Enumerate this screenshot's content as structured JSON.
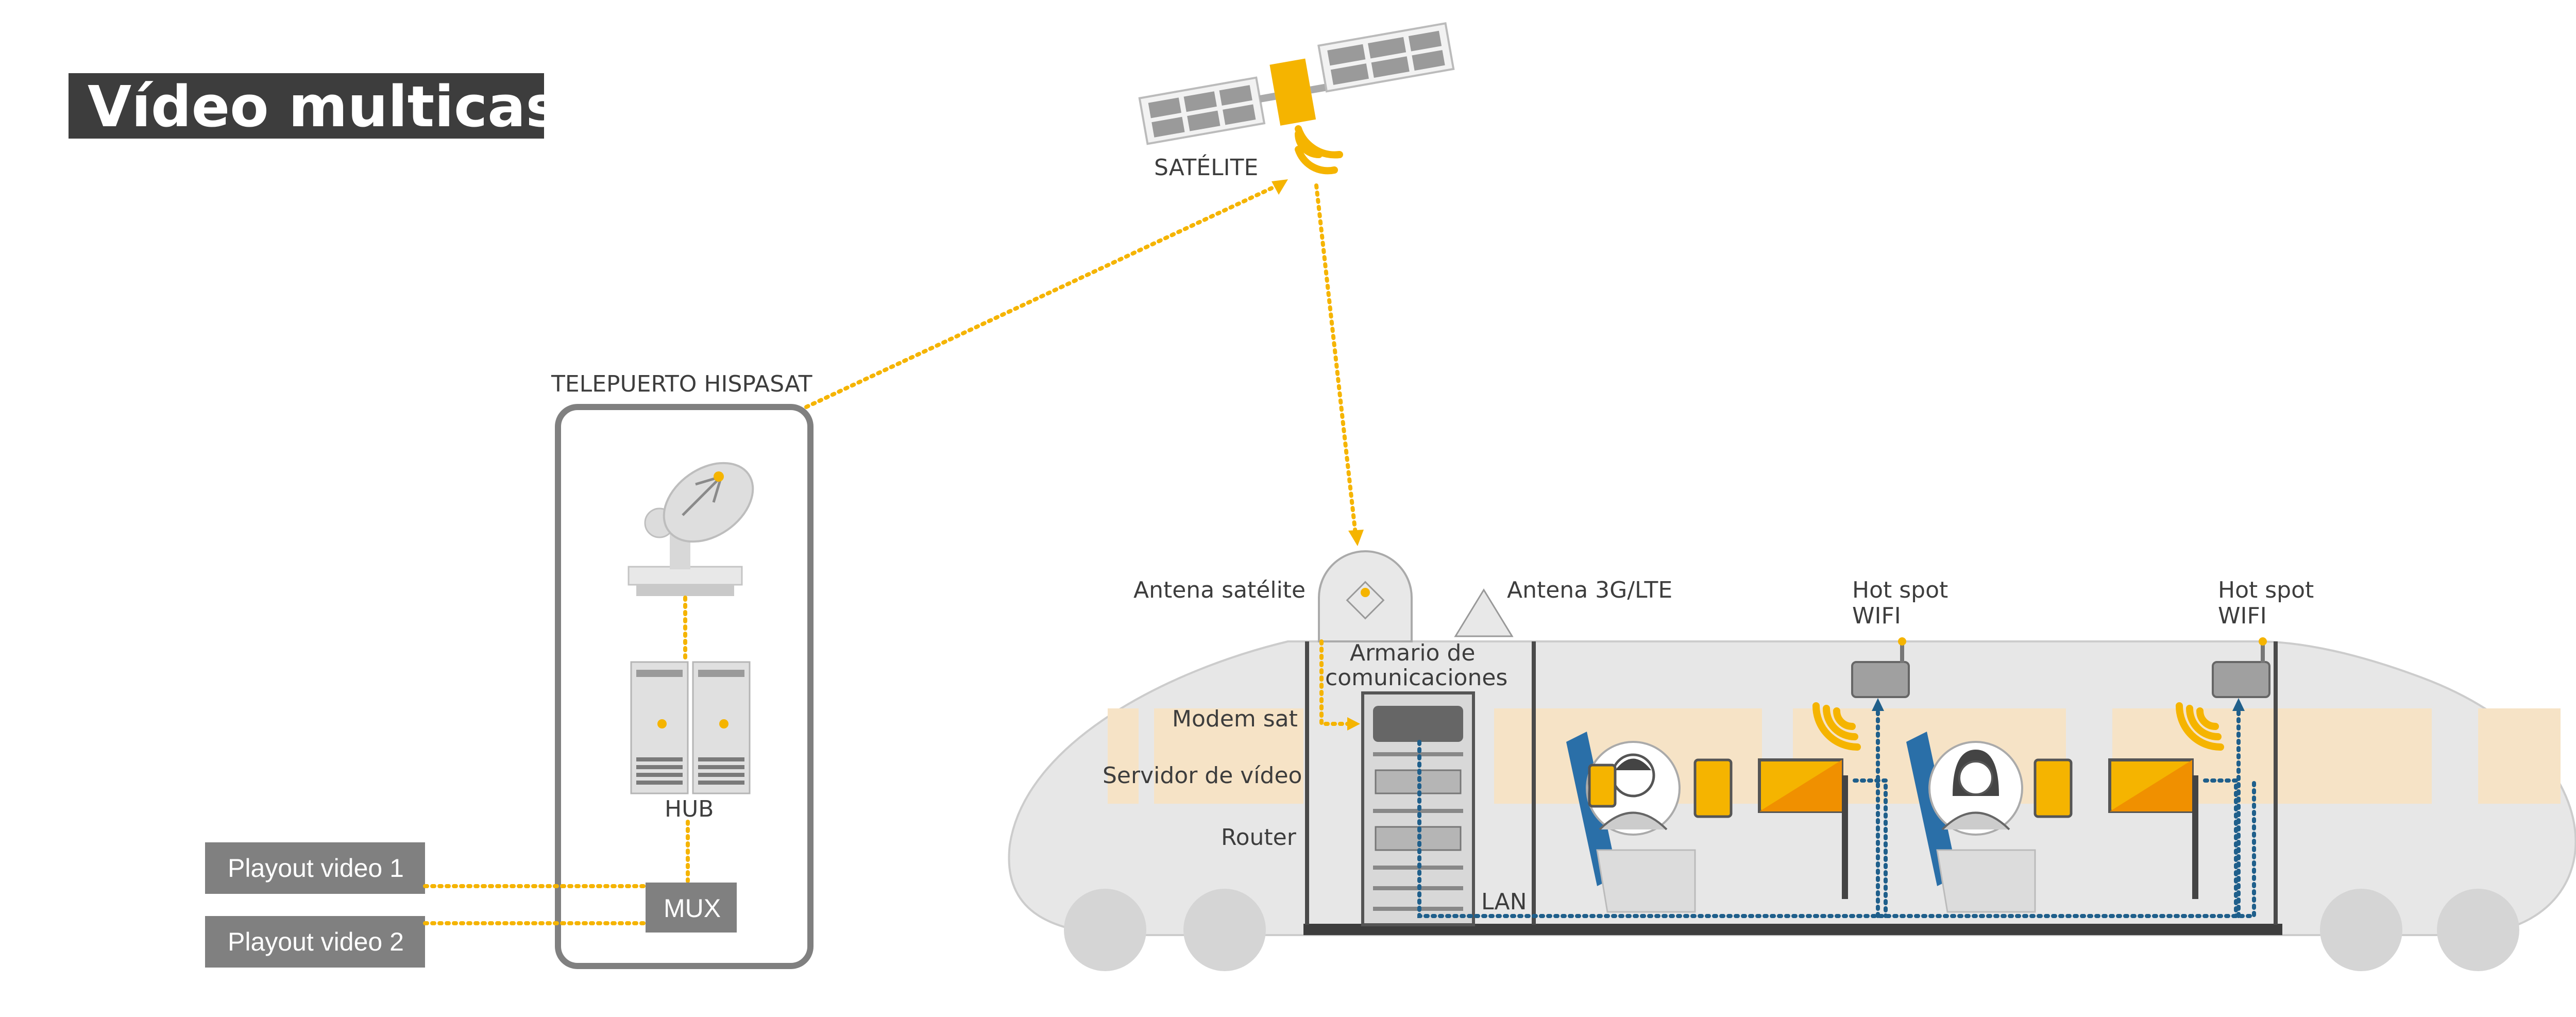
{
  "title": "Vídeo multicast",
  "labels": {
    "satellite": "SATÉLITE",
    "teleport": "TELEPUERTO HISPASAT",
    "hub": "HUB",
    "mux": "MUX",
    "playout1": "Playout video 1",
    "playout2": "Playout video 2",
    "antenna_sat": "Antena satélite",
    "antenna_lte": "Antena 3G/LTE",
    "cabinet_line1": "Armario de",
    "cabinet_line2": "comunicaciones",
    "modem": "Modem sat",
    "video_server": "Servidor de vídeo",
    "router": "Router",
    "lan": "LAN",
    "hotspot1_line1": "Hot spot",
    "hotspot1_line2": "WIFI",
    "hotspot2_line1": "Hot spot",
    "hotspot2_line2": "WIFI"
  },
  "colors": {
    "accent": "#f5b400",
    "lan": "#1f5f8b",
    "title_bg": "#3d3d3d",
    "box_bg": "#808080",
    "train_body": "#e6e6e6",
    "window": "#f6e3c6"
  },
  "icons": [
    "satellite-icon",
    "dish-antenna-icon",
    "server-icon",
    "wifi-router-icon",
    "wifi-signal-icon",
    "passenger-icon",
    "tablet-icon",
    "screen-icon"
  ]
}
